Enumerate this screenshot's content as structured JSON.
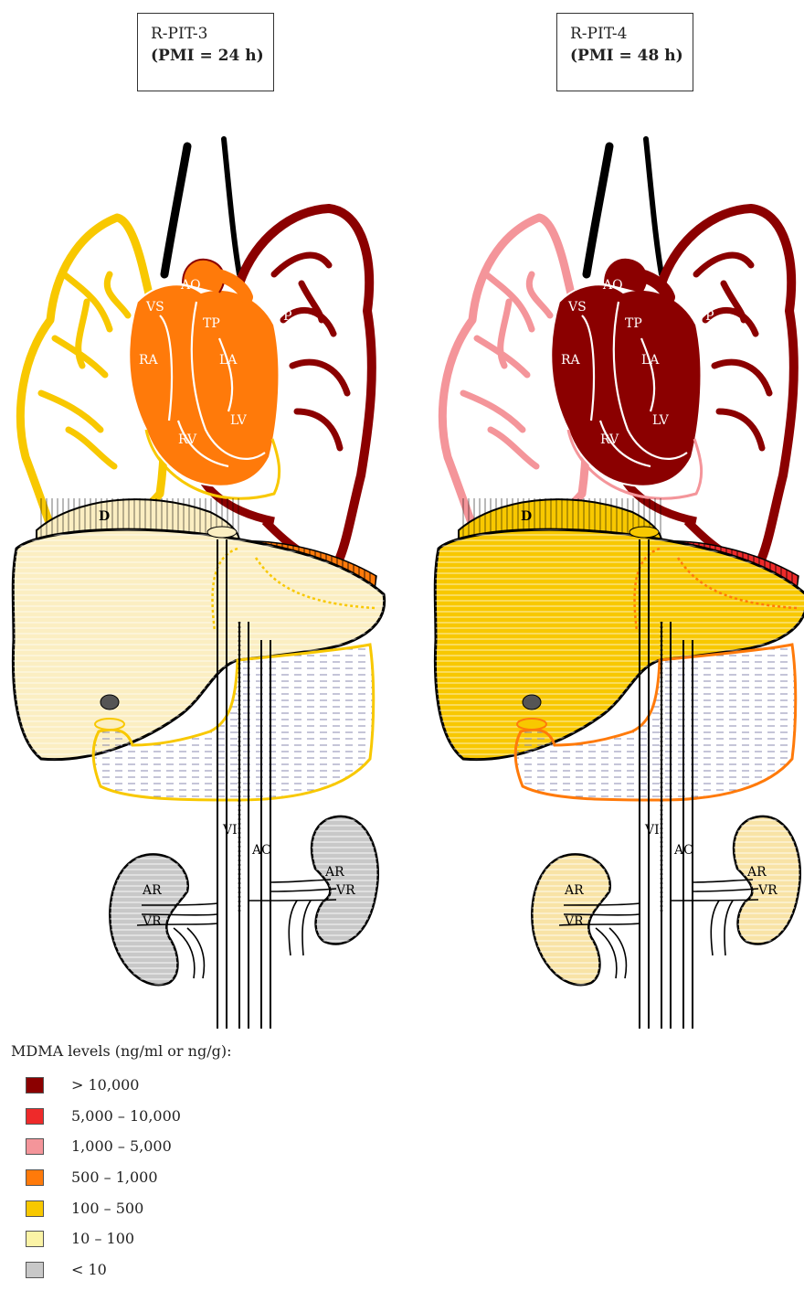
{
  "cases": [
    {
      "id": "R-PIT-3",
      "pmi": "(PMI = 24 h)"
    },
    {
      "id": "R-PIT-4",
      "pmi": "(PMI = 48 h)"
    }
  ],
  "organ_labels": {
    "ao": "AO",
    "vs": "VS",
    "tp": "TP",
    "vp": "VP",
    "ra": "RA",
    "la": "LA",
    "rv": "RV",
    "lv": "LV",
    "vi": "VI",
    "d": "D",
    "ar": "AR",
    "vr": "VR"
  },
  "legend": {
    "title": "MDMA levels (ng/ml or ng/g):",
    "items": [
      {
        "label": "> 10,000",
        "color": "#8b0000"
      },
      {
        "label": "5,000 – 10,000",
        "color": "#ee2a2a"
      },
      {
        "label": "1,000 – 5,000",
        "color": "#f4959a"
      },
      {
        "label": "500 – 1,000",
        "color": "#ff7a0a"
      },
      {
        "label": "100 – 500",
        "color": "#f8c800"
      },
      {
        "label": "10 – 100",
        "color": "#fbf3a6"
      },
      {
        "label": "< 10",
        "color": "#c8c8c8"
      }
    ]
  },
  "tissue_levels": {
    "R-PIT-3": {
      "heart": "500 – 1,000",
      "lungs": "100 – 500",
      "pulmonary_vessels": "> 10,000",
      "liver": "10 – 100",
      "diaphragm": "10 – 100",
      "stomach_outline": "100 – 500",
      "liver_right_edge": "500 – 1,000",
      "kidneys": "< 10"
    },
    "R-PIT-4": {
      "heart": "> 10,000",
      "lungs": "1,000 – 5,000",
      "pulmonary_vessels": "> 10,000",
      "liver": "100 – 500",
      "diaphragm": "100 – 500",
      "stomach_outline": "500 – 1,000",
      "liver_right_edge": "5,000 – 10,000",
      "kidneys": "10 – 100"
    }
  }
}
